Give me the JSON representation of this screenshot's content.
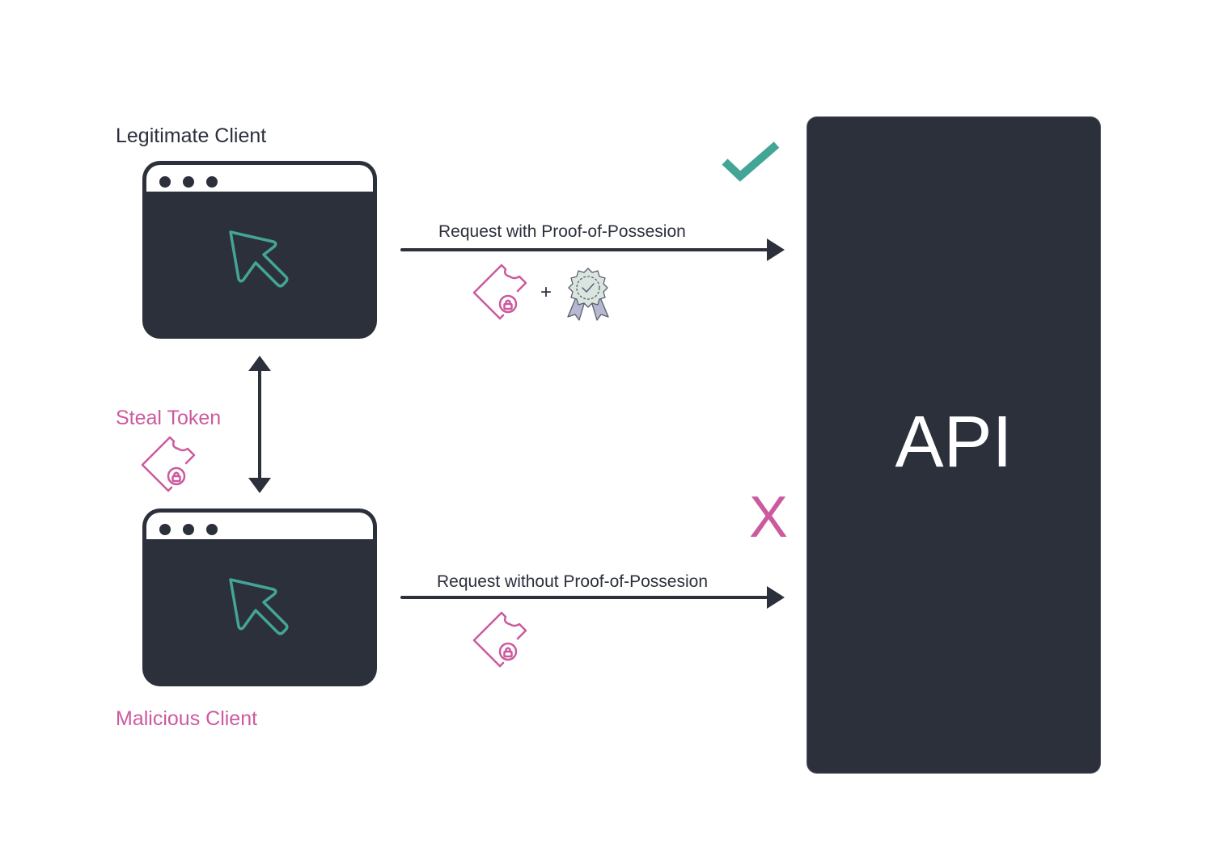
{
  "diagram": {
    "legit_client": {
      "label": "Legitimate Client"
    },
    "malicious_client": {
      "label": "Malicious Client"
    },
    "steal_token": {
      "label": "Steal Token"
    },
    "request_with_pop": {
      "label": "Request with Proof-of-Possesion",
      "plus": "+"
    },
    "request_without_pop": {
      "label": "Request without Proof-of-Possesion"
    },
    "api": {
      "label": "API"
    },
    "success_mark": {
      "icon": "checkmark-icon"
    },
    "failure_mark": {
      "icon": "x-icon",
      "text": "X"
    }
  },
  "colors": {
    "dark": "#2c303b",
    "teal": "#43a596",
    "pink": "#cc5a9e",
    "white": "#ffffff"
  }
}
